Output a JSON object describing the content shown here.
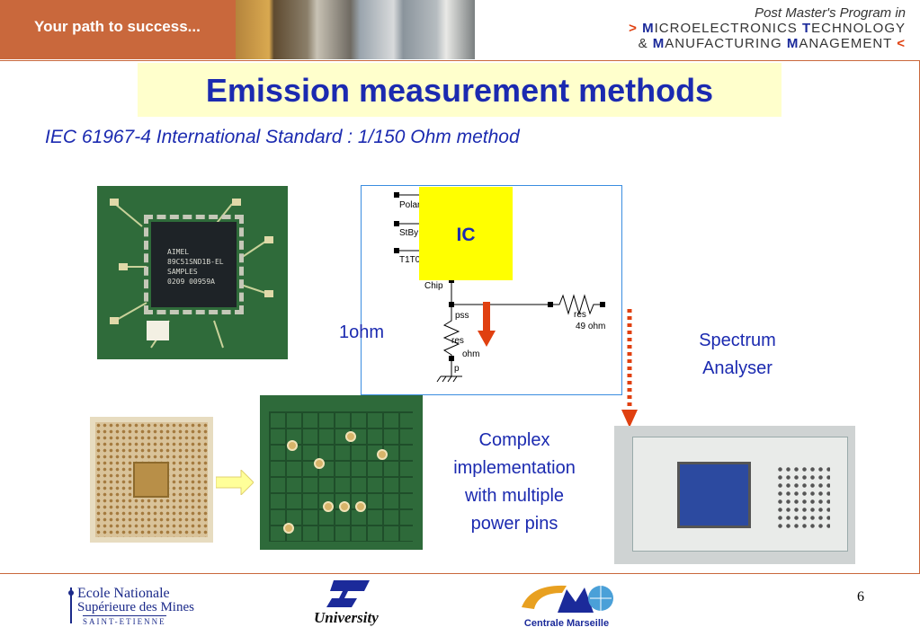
{
  "header": {
    "banner_text": "Your path to success...",
    "program_line1": "Post Master's Program in",
    "program_line2_prefix": ">",
    "program_line2_m": "M",
    "program_line2_rest1": "ICROELECTRONICS",
    "program_line2_t": "T",
    "program_line2_rest2": "ECHNOLOGY",
    "program_line3_amp": "&",
    "program_line3_m1": "M",
    "program_line3_rest1": "ANUFACTURING",
    "program_line3_m2": "M",
    "program_line3_rest2": "ANAGEMENT",
    "program_line3_suffix": "<"
  },
  "slide": {
    "title": "Emission measurement methods",
    "subtitle": "IEC 61967-4 International Standard : 1/150 Ohm method",
    "ic_label": "IC",
    "one_ohm_label": "1ohm",
    "spectrum_label": "Spectrum Analyser",
    "complex_label": "Complex implementation with multiple power pins",
    "chip_label": "AIMEL\n89C51SND1B-EL\nSAMPLES\n0209 00959A"
  },
  "schematic": {
    "pin_polar": "Polar",
    "pin_stby": "StBy",
    "pin_t1t": "T1T0",
    "chip": "Chip",
    "vss": "pss",
    "res1": "res",
    "ohm1": "ohm",
    "gnd": "p",
    "res2": "res",
    "ohm2": "49 ohm"
  },
  "footer": {
    "emse_line1": "Ecole Nationale",
    "emse_line2": "Supérieure des Mines",
    "emse_line3": "SAINT-ETIENNE",
    "st_university": "University",
    "cm_text": "Centrale Marseille",
    "page_number": "6"
  },
  "colors": {
    "banner": "#c9683c",
    "title_blue": "#1b2ab0",
    "title_bg": "#ffffcc",
    "ic_yellow": "#ffff00",
    "arrow_red": "#e04010"
  }
}
